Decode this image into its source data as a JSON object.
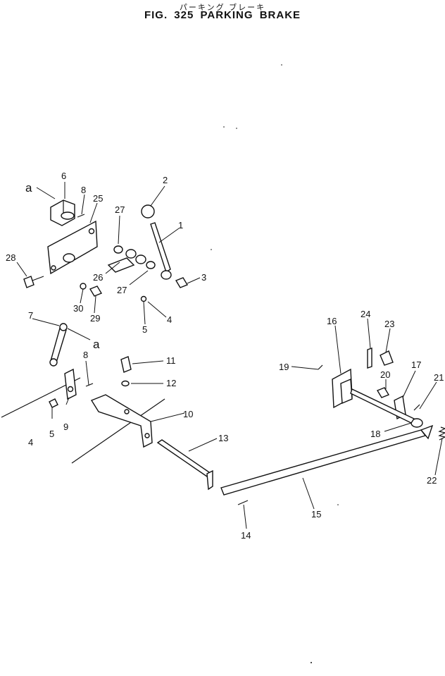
{
  "figure": {
    "title_jp": "パーキング ブレーキ",
    "title_en": "FIG. 325  PARKING  BRAKE"
  },
  "callouts": {
    "c1": "1",
    "c2": "2",
    "c3": "3",
    "c4a": "4",
    "c4b": "4",
    "c5a": "5",
    "c5b": "5",
    "c6": "6",
    "c7": "7",
    "c8a": "8",
    "c8b": "8",
    "c9": "9",
    "c10": "10",
    "c11": "11",
    "c12": "12",
    "c13": "13",
    "c14": "14",
    "c15": "15",
    "c16": "16",
    "c17": "17",
    "c18": "18",
    "c19": "19",
    "c20": "20",
    "c21": "21",
    "c22": "22",
    "c23": "23",
    "c24": "24",
    "c25": "25",
    "c26": "26",
    "c27a": "27",
    "c27b": "27",
    "c28": "28",
    "c29": "29",
    "c30": "30",
    "ref_a1": "a",
    "ref_a2": "a"
  }
}
